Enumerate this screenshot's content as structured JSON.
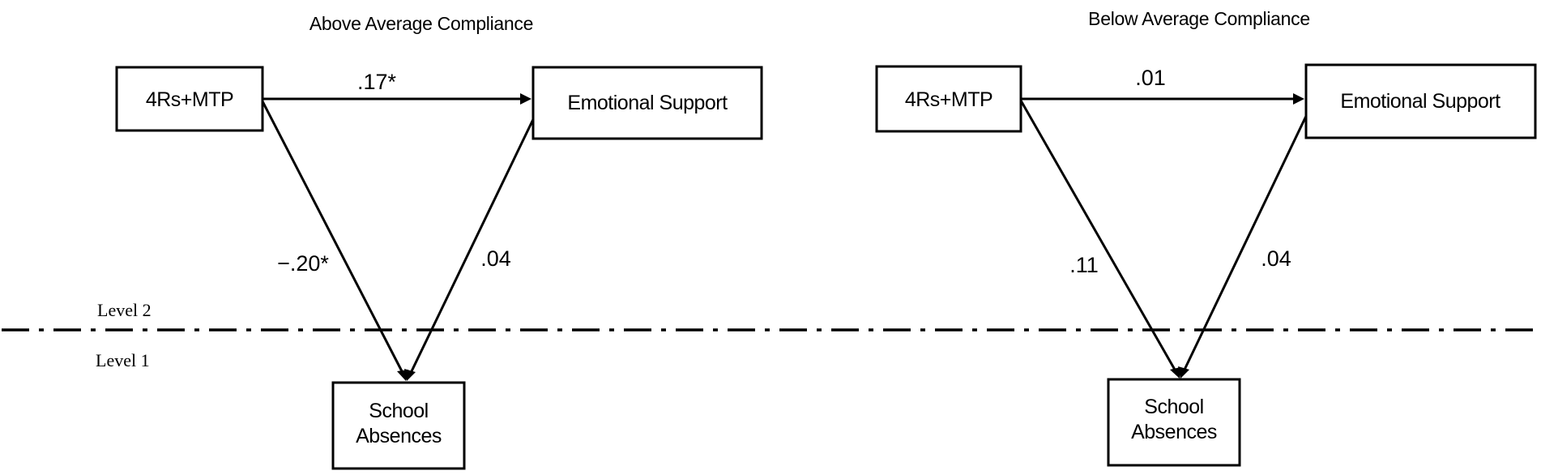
{
  "panels": [
    {
      "title": "Above Average Compliance",
      "nodes": {
        "predictor": "4Rs+MTP",
        "mediator": "Emotional Support",
        "outcome_line1": "School",
        "outcome_line2": "Absences"
      },
      "paths": {
        "predictor_to_mediator": ".17*",
        "predictor_to_outcome": "−.20*",
        "mediator_to_outcome": ".04"
      }
    },
    {
      "title": "Below Average Compliance",
      "nodes": {
        "predictor": "4Rs+MTP",
        "mediator": "Emotional Support",
        "outcome_line1": "School",
        "outcome_line2": "Absences"
      },
      "paths": {
        "predictor_to_mediator": ".01",
        "predictor_to_outcome": ".11",
        "mediator_to_outcome": ".04"
      }
    }
  ],
  "levels": {
    "upper": "Level 2",
    "lower": "Level 1"
  },
  "colors": {
    "line": "#000000",
    "background": "#ffffff"
  }
}
